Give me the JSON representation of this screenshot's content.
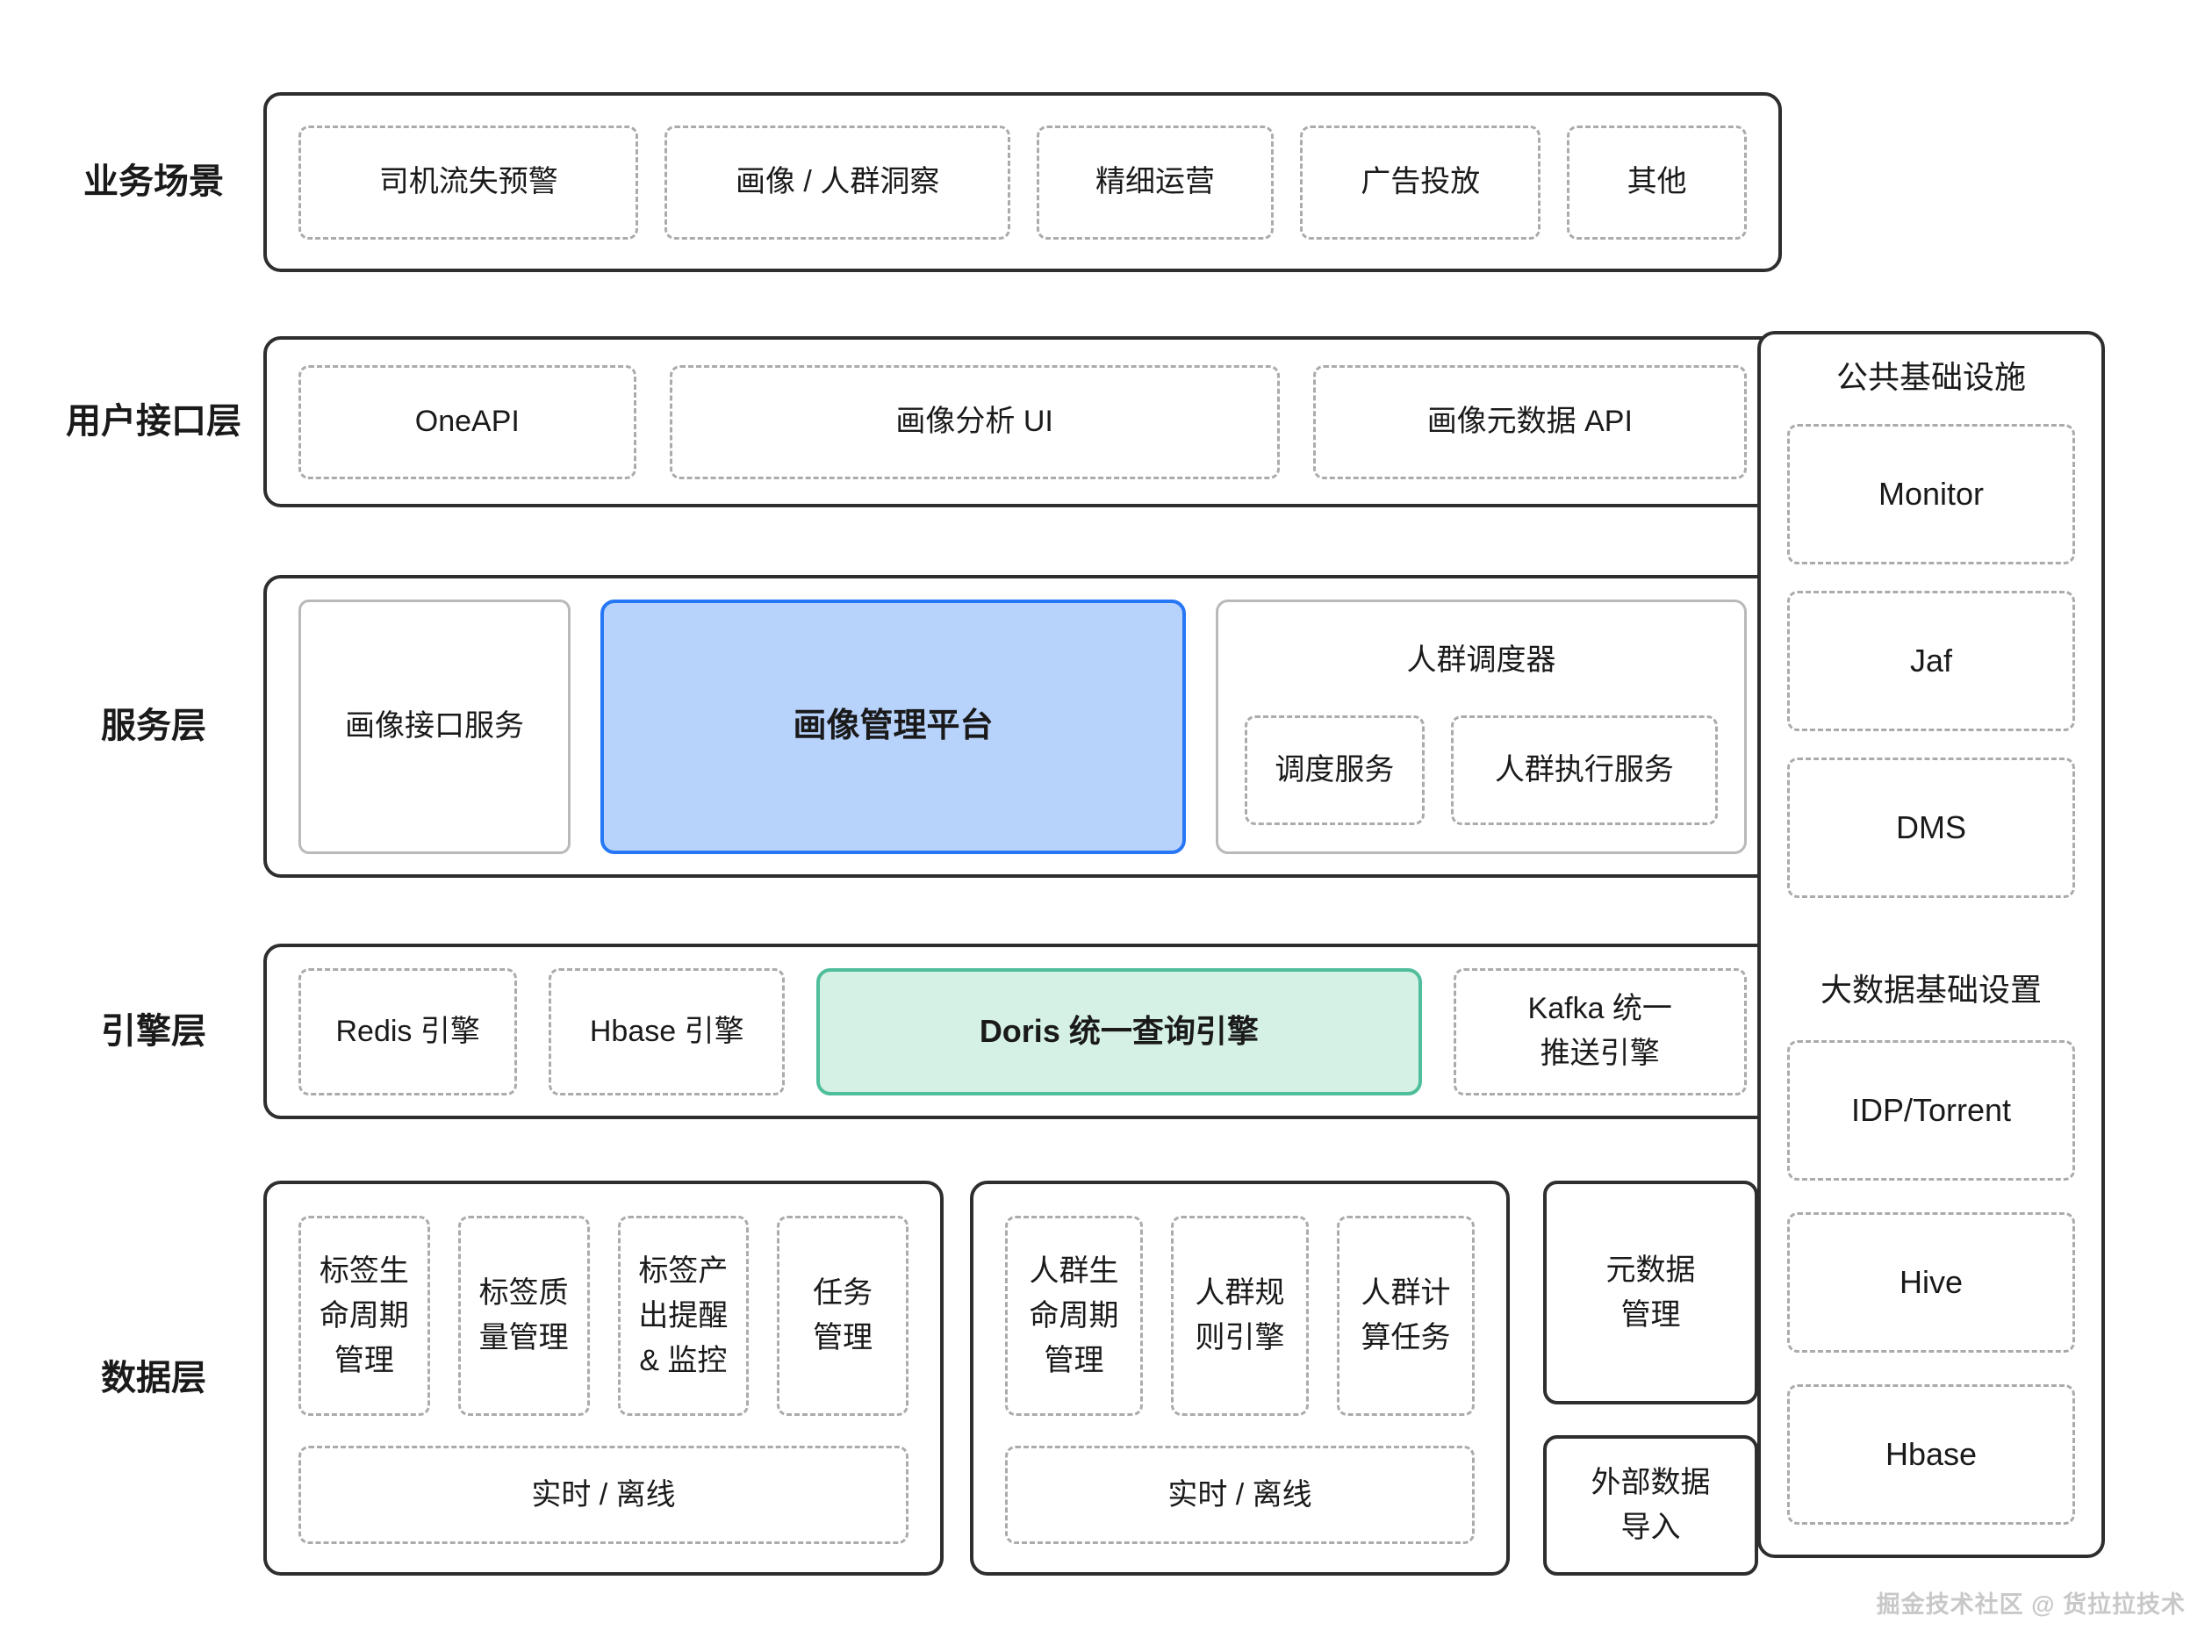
{
  "page": {
    "watermark": "掘金技术社区 @ 货拉拉技术"
  },
  "colors": {
    "outline_dark": "#2e2e2e",
    "outline_gray": "#b9b9b9",
    "dashed_gray": "#ababab",
    "text": "#1a1a1a",
    "blue_fill": "#b7d3fc",
    "blue_border": "#2677f6",
    "green_fill": "#d5f0e4",
    "green_border": "#4fbe9c",
    "watermark_gray": "#c8c8c8"
  },
  "layers": {
    "business": {
      "label": "业务场景",
      "items": [
        "司机流失预警",
        "画像 / 人群洞察",
        "精细运营",
        "广告投放",
        "其他"
      ]
    },
    "user_interface": {
      "label": "用户接口层",
      "items": [
        "OneAPI",
        "画像分析 UI",
        "画像元数据 API"
      ]
    },
    "service": {
      "label": "服务层",
      "portrait_api_service": "画像接口服务",
      "portrait_mgmt_platform": "画像管理平台",
      "crowd_scheduler": {
        "title": "人群调度器",
        "scheduling_service": "调度服务",
        "crowd_exec_service": "人群执行服务"
      }
    },
    "engine": {
      "label": "引擎层",
      "redis": "Redis 引擎",
      "hbase": "Hbase 引擎",
      "doris": "Doris 统一查询引擎",
      "kafka": "Kafka 统一\n推送引擎"
    },
    "data": {
      "label": "数据层",
      "tag_group": {
        "items": [
          "标签生\n命周期\n管理",
          "标签质\n量管理",
          "标签产\n出提醒\n& 监控",
          "任务\n管理"
        ],
        "realtime_offline": "实时 / 离线"
      },
      "crowd_group": {
        "items": [
          "人群生\n命周期\n管理",
          "人群规\n则引擎",
          "人群计\n算任务"
        ],
        "realtime_offline": "实时 / 离线"
      },
      "metadata_mgmt": "元数据\n管理",
      "external_import": "外部数据\n导入"
    }
  },
  "infra": {
    "common_title": "公共基础设施",
    "common_items": [
      "Monitor",
      "Jaf",
      "DMS"
    ],
    "bigdata_title": "大数据基础设置",
    "bigdata_items": [
      "IDP/Torrent",
      "Hive",
      "Hbase"
    ]
  }
}
